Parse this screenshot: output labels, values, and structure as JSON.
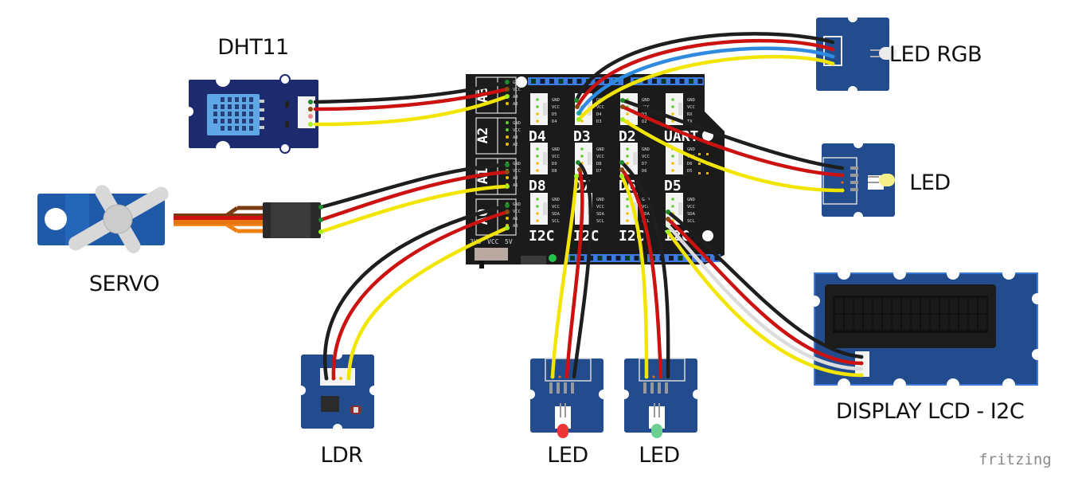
{
  "diagram": {
    "tool_brand": "fritzing",
    "colors": {
      "board": "#1b1b1b",
      "module_blue": "#234c8f",
      "header_blue": "#3d7be0",
      "wire_black": "#1e1e1e",
      "wire_red": "#cc1111",
      "wire_yellow": "#f2e600",
      "wire_blue": "#2e8be0",
      "wire_white": "#e8e8e8",
      "servo_brown": "#7a3a10",
      "servo_orange": "#f08010"
    },
    "components": {
      "dht11": {
        "label": "DHT11",
        "port": "A3"
      },
      "servo": {
        "label": "SERVO",
        "port": "A1"
      },
      "ldr": {
        "label": "LDR",
        "port": "A0"
      },
      "led_red": {
        "label": "LED",
        "port": "D7"
      },
      "led_green": {
        "label": "LED",
        "port": "D6"
      },
      "led_rgb": {
        "label": "LED RGB",
        "port": "D3"
      },
      "led_yellow": {
        "label": "LED",
        "port": "D2"
      },
      "lcd": {
        "label": "DISPLAY LCD - I2C",
        "port": "I2C"
      }
    },
    "shield": {
      "analog_ports": [
        {
          "name": "A3",
          "pins": [
            "GND",
            "VCC",
            "A4",
            "A3"
          ]
        },
        {
          "name": "A2",
          "pins": [
            "GND",
            "VCC",
            "A3",
            "A2"
          ]
        },
        {
          "name": "A1",
          "pins": [
            "GND",
            "VCC",
            "A2",
            "A1"
          ]
        },
        {
          "name": "A0",
          "pins": [
            "GND",
            "VCC",
            "A1",
            "A0"
          ]
        }
      ],
      "digital_ports": [
        {
          "name": "D4",
          "pins": [
            "GND",
            "VCC",
            "D5",
            "D4"
          ]
        },
        {
          "name": "D3",
          "pins": [
            "GND",
            "VCC",
            "D4",
            "D3"
          ]
        },
        {
          "name": "D2",
          "pins": [
            "GND",
            "VCC",
            "D3",
            "D2"
          ]
        },
        {
          "name": "UART",
          "pins": [
            "GND",
            "VCC",
            "RX",
            "TX"
          ]
        },
        {
          "name": "D8",
          "pins": [
            "GND",
            "VCC",
            "D9",
            "D8"
          ]
        },
        {
          "name": "D7",
          "pins": [
            "GND",
            "VCC",
            "D8",
            "D7"
          ]
        },
        {
          "name": "D6",
          "pins": [
            "GND",
            "VCC",
            "D7",
            "D6"
          ]
        },
        {
          "name": "D5",
          "pins": [
            "GND",
            "VCC",
            "D6",
            "D5"
          ]
        },
        {
          "name": "I2C",
          "pins": [
            "GND",
            "VCC",
            "SDA",
            "SCL"
          ]
        },
        {
          "name": "I2C",
          "pins": [
            "GND",
            "VCC",
            "SDA",
            "SCL"
          ]
        },
        {
          "name": "I2C",
          "pins": [
            "GND",
            "VCC",
            "SDA",
            "SCL"
          ]
        },
        {
          "name": "I2C",
          "pins": [
            "GND",
            "VCC",
            "SDA",
            "SCL"
          ]
        }
      ],
      "voltage_switch_labels": [
        "3V3",
        "VCC",
        "5V"
      ]
    }
  }
}
